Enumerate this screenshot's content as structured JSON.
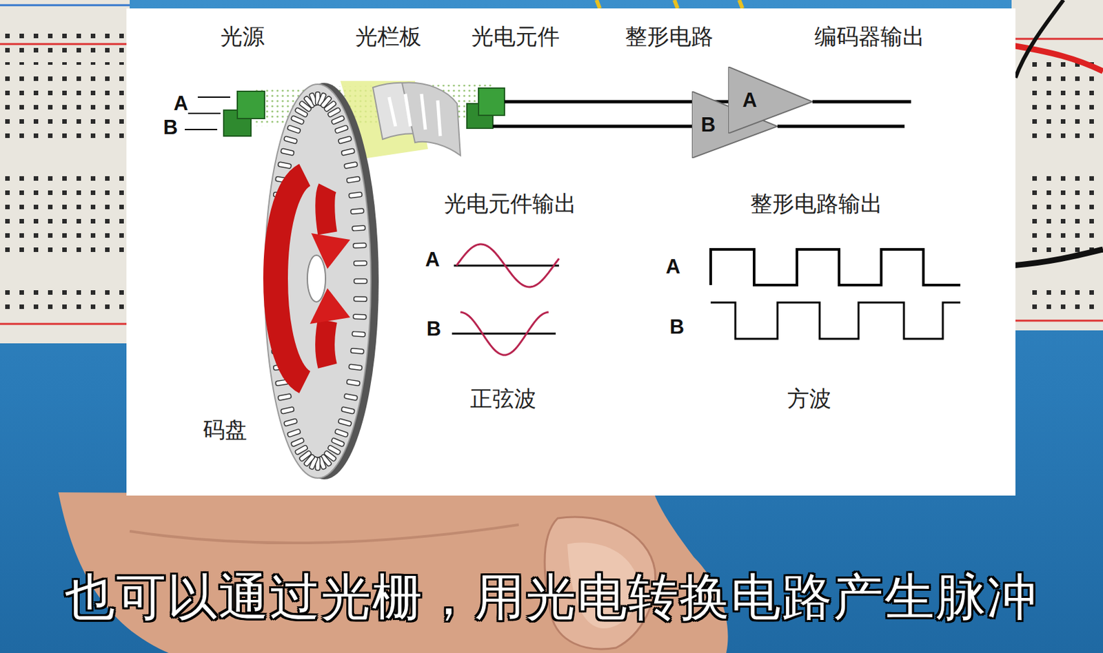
{
  "diagram": {
    "caption": "也可以通过光栅，用光电转换电路产生脉冲",
    "nodes": [
      {
        "text": [
          "A"
        ]
      },
      {
        "text": [
          "B"
        ]
      }
    ],
    "labels": [
      "光源",
      "光栏板",
      "光电元件",
      "整形电路",
      "编码器输出",
      "A",
      "B",
      "码盘",
      "光电元件输出",
      "A",
      "B",
      "正弦波",
      "整形电路输出",
      "A",
      "B",
      "方波"
    ]
  }
}
